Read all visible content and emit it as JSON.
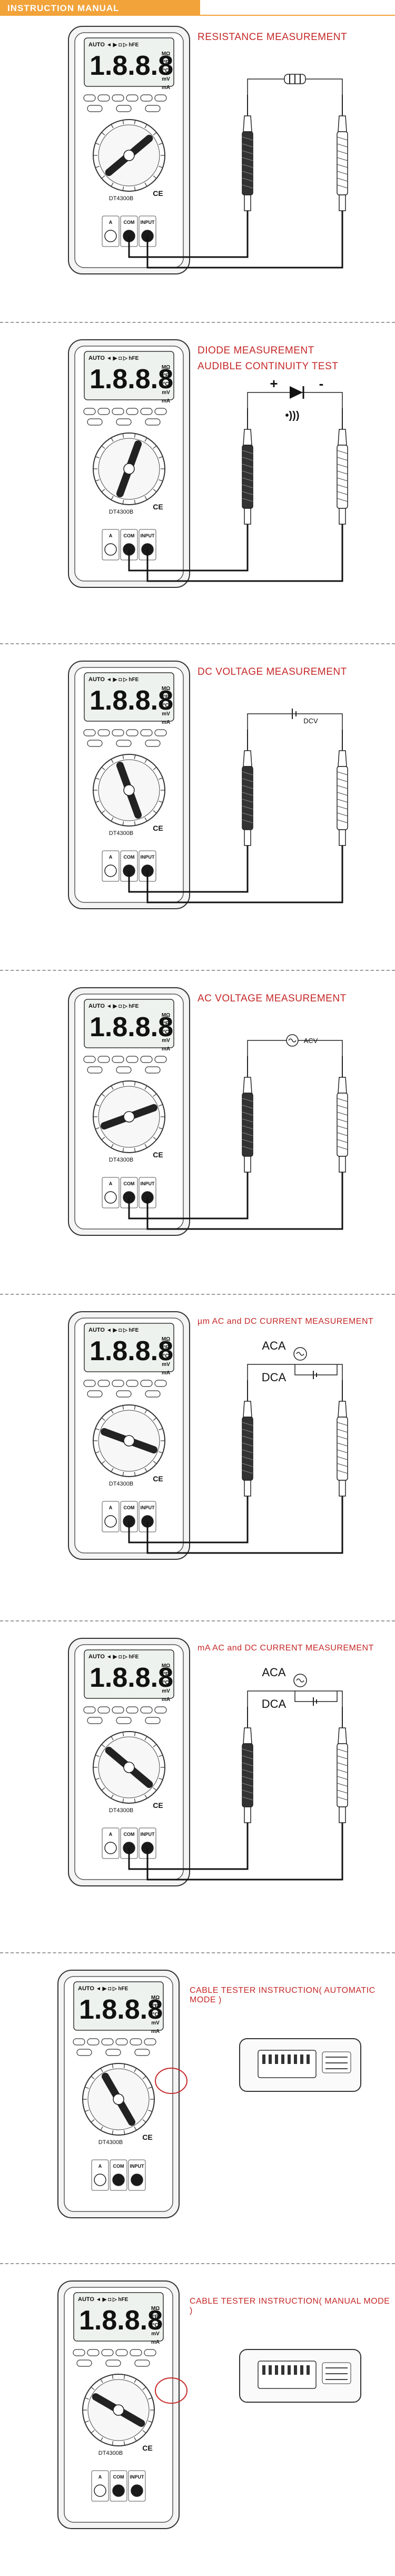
{
  "header": {
    "title": "INSTRUCTION MANUAL",
    "accent_color": "#f2a33a"
  },
  "title_color": "#c62828",
  "meter": {
    "display_value": "1.8.8.8",
    "auto": "AUTO",
    "indicators": "◄ ▶ ◘ ▷ hFE",
    "units_right": [
      "MΩ",
      "°F",
      "°C",
      "mV",
      "mA"
    ],
    "model": "DT4300B",
    "ce": "CE",
    "ports": [
      "A",
      "COM",
      "INPUT"
    ],
    "icon": "multimeter-icon"
  },
  "sections": [
    {
      "title_lines": [
        "RESISTANCE MEASUREMENT"
      ],
      "circuit": "resistor"
    },
    {
      "title_lines": [
        "DIODE MEASUREMENT",
        "AUDIBLE CONTINUITY TEST"
      ],
      "circuit": "diode",
      "labels": {
        "plus": "+",
        "minus": "-",
        "sound": "•)))"
      }
    },
    {
      "title_lines": [
        "DC VOLTAGE MEASUREMENT"
      ],
      "circuit": "dcv",
      "labels": {
        "source": "DCV"
      }
    },
    {
      "title_lines": [
        "AC VOLTAGE MEASUREMENT"
      ],
      "circuit": "acv",
      "labels": {
        "source": "ACV"
      }
    },
    {
      "title_lines": [
        "µm AC and  DC CURRENT MEASUREMENT"
      ],
      "circuit": "current",
      "labels": {
        "ac": "ACA",
        "dc": "DCA"
      }
    },
    {
      "title_lines": [
        "mA AC and  DC CURRENT MEASUREMENT"
      ],
      "circuit": "current",
      "labels": {
        "ac": "ACA",
        "dc": "DCA"
      }
    },
    {
      "title_lines": [
        "CABLE TESTER INSTRUCTION( AUTOMATIC MODE )"
      ],
      "circuit": "cable"
    },
    {
      "title_lines": [
        "CABLE TESTER INSTRUCTION( MANUAL MODE )"
      ],
      "circuit": "cable"
    }
  ]
}
